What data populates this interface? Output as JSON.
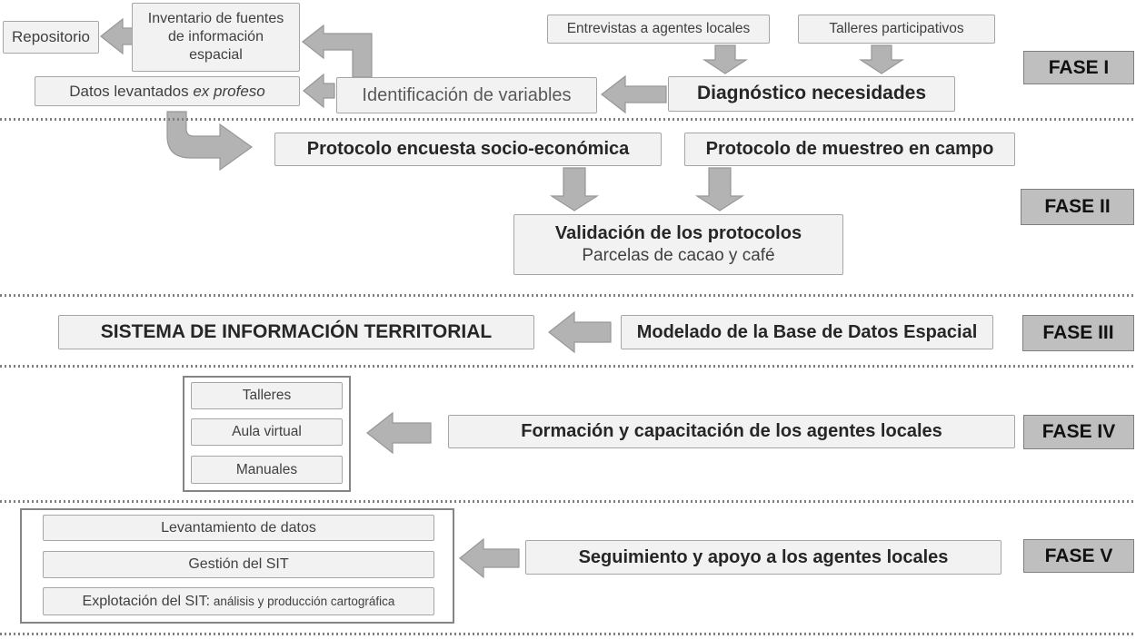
{
  "colors": {
    "box_fill": "#f2f2f2",
    "box_border": "#a6a6a6",
    "fase_fill": "#bfbfbf",
    "fase_border": "#7f7f7f",
    "arrow_fill": "#b3b3b3",
    "arrow_stroke": "#979797",
    "text_regular": "#404040",
    "text_bold": "#262626",
    "dot_color": "#808080"
  },
  "phase1": {
    "fase_label": "FASE I",
    "repositorio": "Repositorio",
    "inventario": "Inventario de fuentes de información espacial",
    "entrevistas": "Entrevistas a agentes locales",
    "talleres_participativos": "Talleres participativos",
    "datos_prefix": "Datos levantados ",
    "datos_italic": "ex profeso",
    "identificacion": "Identificación de variables",
    "diagnostico": "Diagnóstico necesidades"
  },
  "phase2": {
    "fase_label": "FASE II",
    "protocolo_encuesta": "Protocolo encuesta socio-económica",
    "protocolo_muestreo": "Protocolo de muestreo en campo",
    "validacion_line1": "Validación de los protocolos",
    "validacion_line2": "Parcelas de cacao y café"
  },
  "phase3": {
    "fase_label": "FASE III",
    "sistema": "SISTEMA DE INFORMACIÓN TERRITORIAL",
    "modelado": "Modelado de la Base de Datos Espacial"
  },
  "phase4": {
    "fase_label": "FASE IV",
    "items": [
      "Talleres",
      "Aula virtual",
      "Manuales"
    ],
    "formacion": "Formación y capacitación de los agentes locales"
  },
  "phase5": {
    "fase_label": "FASE V",
    "items": [
      "Levantamiento de datos",
      "Gestión del SIT"
    ],
    "explotacion_main": "Explotación del SIT:",
    "explotacion_detail": " análisis y producción cartográfica",
    "seguimiento": "Seguimiento y apoyo a los agentes locales"
  }
}
